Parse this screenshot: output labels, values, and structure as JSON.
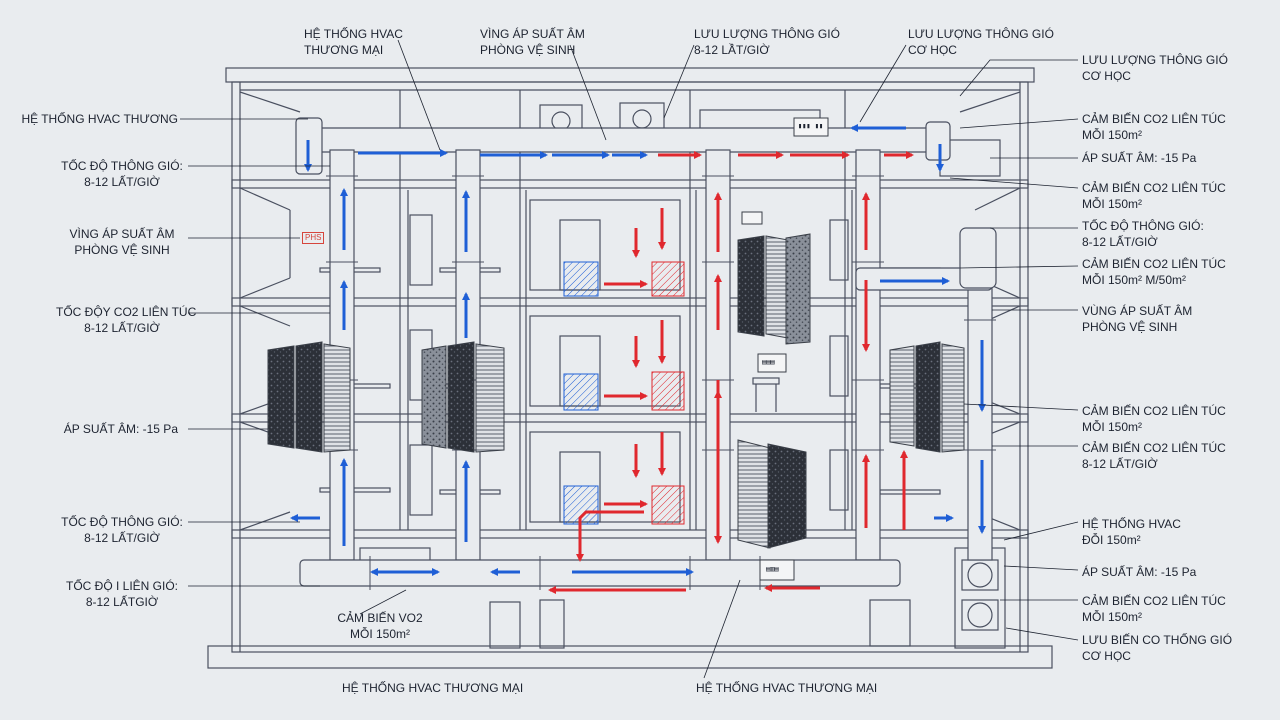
{
  "colors": {
    "background": "#e9ecef",
    "line": "#4a5060",
    "supply": "#1f5fd6",
    "exhaust": "#e0282e",
    "filter_dark": "#2c3038"
  },
  "labels": {
    "top_1": "HỆ THỐNG HVAC\nTHƯƠNG MẠI",
    "top_2": "VÌNG ÁP SUẤT ÂM\nPHÒNG VỆ SINH",
    "top_3": "LƯU LƯỢNG THÔNG GIÓ\n8-12 LẦT/GIỜ",
    "top_4": "LƯU LƯỢNG THÔNG GIÓ\nCƠ HỌC",
    "left_1": "HỆ THỐNG HVAC THƯƠNG",
    "left_2": "TỐC ĐỘ THÔNG GIÓ:\n8-12 LẤT/GIỜ",
    "left_3": "VÌNG ÁP SUẤT ÂM\nPHÒNG VỆ SINH",
    "left_4": "TỐC ĐỘY CO2 LIÊN TÚC\n8-12 LẤT/GIỜ",
    "left_5": "ÁP SUẤT ÂM: -15 Pa",
    "left_6": "TỐC ĐỘ THÔNG GIÓ:\n8-12 LẤT/GIỜ",
    "left_7": "TỐC ĐỘ I LIÊN GIÓ:\n8-12 LẤTGIỜ",
    "right_1": "LƯU LƯỢNG THÔNG GIÓ\nCƠ HỌC",
    "right_2": "CẢM BIẾN CO2 LIÊN TÚC\nMỖI 150m²",
    "right_3": "ÁP SUẤT ÂM: -15 Pa",
    "right_4": "CẢM BIẾN CO2 LIÊN TÚC\nMỖI 150m²",
    "right_5": "TỐC ĐỘ THÔNG GIÓ:\n8-12 LẤT/GIỜ",
    "right_6": "CẢM BIẾN CO2 LIÊN TÚC\nMỖI 150m² M/50m²",
    "right_7": "VÙNG ÁP SUẤT ÂM\nPHÒNG VỆ SINH",
    "right_8": "CẢM BIẾN CO2 LIÊN TÚC\nMỖI 150m²",
    "right_9": "CẢM BIẾN CO2 LIÊN TÚC\n8-12 LẤT/GIỜ",
    "right_10": "HỆ THỐNG HVAC\nĐỖI 150m²",
    "right_11": "ÁP SUẤT ÂM: -15 Pa",
    "right_12": "CẢM BIẾN CO2 LIÊN TÚC\nMỖI 150m²",
    "right_13": "LƯU BIẾN CO THỐNG GIÓ\nCƠ HỌC",
    "bottom_1": "CẢM BIẾN VO2\nMỖI 150m²",
    "bottom_2": "HỆ THỐNG HVAC THƯƠNG MẠI",
    "bottom_3": "HỆ THỐNG HVAC THƯƠNG MẠI"
  },
  "sensor_tag": "PHS",
  "panel_texts": {
    "roof_panel": "▮▮▮ ▮▮",
    "mid_panel": "▤▤▤",
    "basement_panel": "▤▥▤"
  }
}
